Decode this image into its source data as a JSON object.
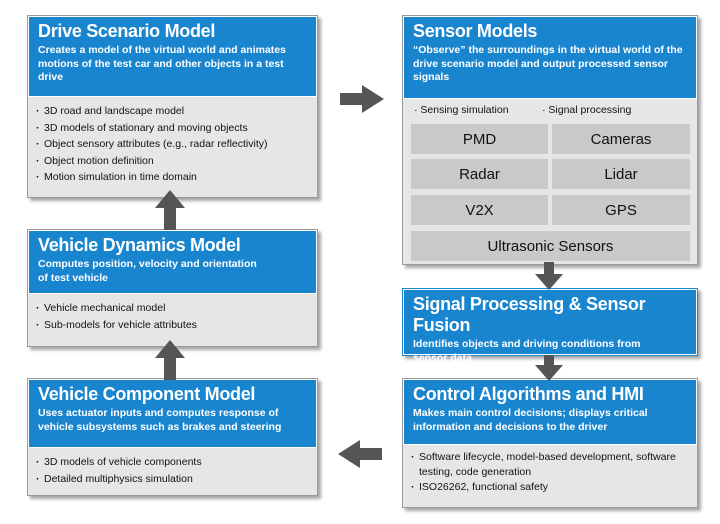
{
  "colors": {
    "header": "#1a85cf",
    "box": "#e6e6e6",
    "tile": "#c9c9c9",
    "arrow": "#555555"
  },
  "drive_scenario": {
    "title": "Drive Scenario Model",
    "desc": "Creates a model of the virtual world and animates motions of the test car and other objects in a test drive",
    "items": [
      "3D road and landscape model",
      "3D models of stationary and moving objects",
      "Object sensory attributes (e.g., radar reflectivity)",
      "Object motion definition",
      "Motion simulation in time domain"
    ]
  },
  "vehicle_dynamics": {
    "title": "Vehicle Dynamics Model",
    "desc": "Computes position, velocity and orientation of test vehicle",
    "items": [
      "Vehicle mechanical model",
      "Sub-models for vehicle attributes"
    ]
  },
  "vehicle_component": {
    "title": "Vehicle Component Model",
    "desc": "Uses actuator inputs and computes response of vehicle subsystems such as brakes and steering",
    "items": [
      "3D models of vehicle components",
      "Detailed multiphysics simulation"
    ]
  },
  "sensor_models": {
    "title": "Sensor Models",
    "desc": "“Observe” the surroundings in the virtual world of the drive scenario model and output processed sensor signals",
    "tab_sensing": "Sensing simulation",
    "tab_signal": "Signal processing",
    "tiles": [
      "PMD",
      "Cameras",
      "Radar",
      "Lidar",
      "V2X",
      "GPS"
    ],
    "wide_tile": "Ultrasonic Sensors"
  },
  "signal_fusion": {
    "title": "Signal Processing & Sensor Fusion",
    "desc": "Identifies objects and driving conditions from sensor data"
  },
  "control_hmi": {
    "title": "Control Algorithms and HMI",
    "desc": "Makes main control decisions; displays critical information and decisions to the driver",
    "items": [
      "Software lifecycle, model-based development, software testing, code generation",
      "ISO26262, functional safety"
    ]
  }
}
